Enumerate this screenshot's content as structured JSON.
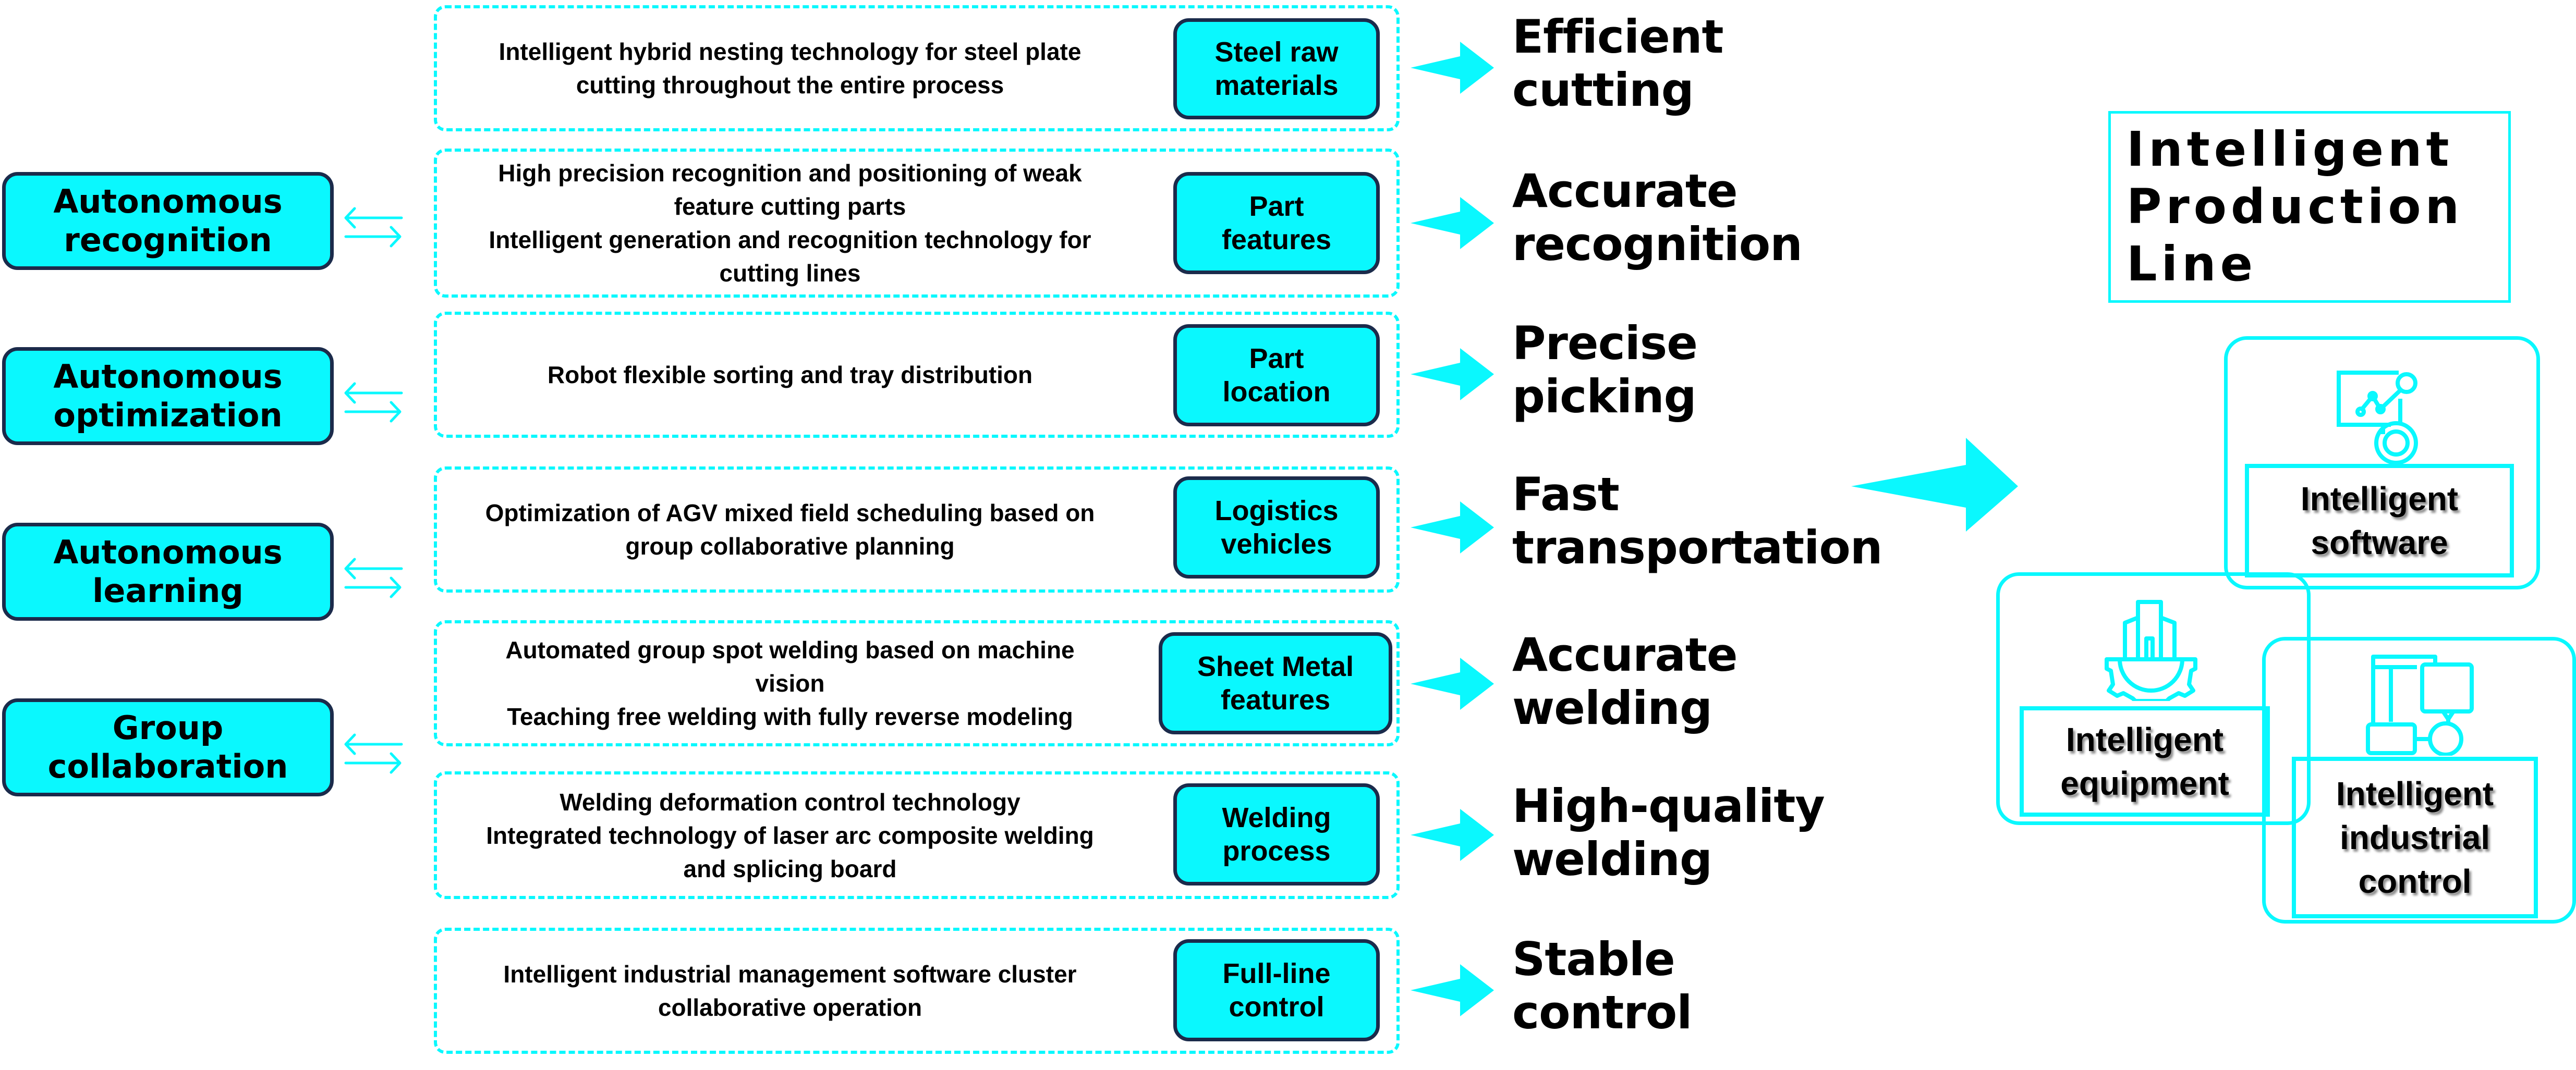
{
  "colors": {
    "accent": "#0AF8FE",
    "border_dark": "#1B2B4B",
    "text": "#000000"
  },
  "left_capabilities": [
    {
      "label": "Autonomous\nrecognition"
    },
    {
      "label": "Autonomous\noptimization"
    },
    {
      "label": "Autonomous\nlearning"
    },
    {
      "label": "Group\ncollaboration"
    }
  ],
  "rows": [
    {
      "technologies": [
        "Intelligent hybrid nesting technology for steel plate",
        "cutting throughout the entire process"
      ],
      "object": "Steel raw\nmaterials",
      "outcome": "Efficient\ncutting"
    },
    {
      "technologies": [
        "High precision recognition and positioning of weak",
        "feature cutting parts",
        "Intelligent generation and recognition technology for",
        "cutting lines"
      ],
      "object": "Part\nfeatures",
      "outcome": "Accurate\nrecognition"
    },
    {
      "technologies": [
        "Robot flexible sorting and tray distribution"
      ],
      "object": "Part\nlocation",
      "outcome": "Precise\npicking"
    },
    {
      "technologies": [
        "Optimization of AGV mixed field scheduling based on",
        "group collaborative planning"
      ],
      "object": "Logistics\nvehicles",
      "outcome": "Fast\ntransportation"
    },
    {
      "technologies": [
        "Automated group spot welding based on machine",
        "vision",
        "Teaching free welding with fully reverse modeling"
      ],
      "object": "Sheet Metal\nfeatures",
      "outcome": "Accurate\nwelding"
    },
    {
      "technologies": [
        "Welding deformation control technology",
        "Integrated technology of laser arc composite welding",
        "and splicing board"
      ],
      "object": "Welding\nprocess",
      "outcome": "High-quality\nwelding"
    },
    {
      "technologies": [
        "Intelligent industrial management software cluster",
        "collaborative operation"
      ],
      "object": "Full-line\ncontrol",
      "outcome": "Stable\ncontrol"
    }
  ],
  "production_line": {
    "title": "Intelligent\nProduction\nLine",
    "cards": [
      {
        "label": "Intelligent\nsoftware",
        "icon": "analytics-monitor-icon"
      },
      {
        "label": "Intelligent\nequipment",
        "icon": "gear-machine-icon"
      },
      {
        "label": "Intelligent\nindustrial\ncontrol",
        "icon": "control-system-icon"
      }
    ]
  }
}
